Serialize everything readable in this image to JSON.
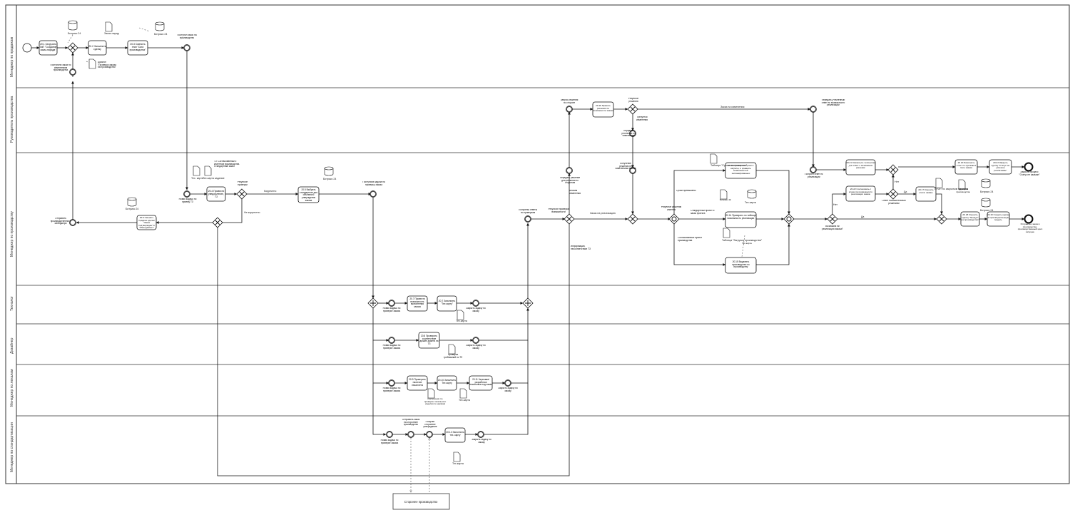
{
  "lanes": [
    {
      "id": "lane-sales",
      "label": "Менеджер по продажам"
    },
    {
      "id": "lane-head",
      "label": "Руководитель производства"
    },
    {
      "id": "lane-prod",
      "label": "Менеджер по производству"
    },
    {
      "id": "lane-tech",
      "label": "Технолог"
    },
    {
      "id": "lane-design",
      "label": "Дизайнер"
    },
    {
      "id": "lane-pattern",
      "label": "Менеджер по лекалам"
    },
    {
      "id": "lane-standard",
      "label": "Менеджер по стандартизации"
    }
  ],
  "external": {
    "label": "Сторонее производство"
  },
  "tasks": [
    {
      "id": "t1",
      "label": "20.1 Загрузить ЗиП \"Создание заказ-наряда\""
    },
    {
      "id": "t2",
      "label": "20.2 Заполнить сделку"
    },
    {
      "id": "t3",
      "label": "20.3 Сменить этап \"Сага производства\""
    },
    {
      "id": "t4",
      "label": "20.4 Провести уведомление, ТЗ"
    },
    {
      "id": "t5",
      "label": "20.5 Выбрать стандартная для объемного утверждения заказа"
    },
    {
      "id": "t6",
      "label": "20.6 Сменить подарок сделки \"Заказ подтвержден\" в \"Менеджмент\""
    },
    {
      "id": "t7",
      "label": "20.7 Провести возможность выполнения заказа"
    },
    {
      "id": "t8",
      "label": "20.7 Заполнить \"Тех карту\""
    },
    {
      "id": "t9",
      "label": "20.8 Проверить соответствие дизайн-макета на ТЗ"
    },
    {
      "id": "t10",
      "label": "20.9 Проверить наличие лекаллета"
    },
    {
      "id": "t11",
      "label": "20.10 Заполнить Тех карту"
    },
    {
      "id": "t12",
      "label": "20.11 Черновая/разработка лекальные под заказ"
    },
    {
      "id": "t13",
      "label": "20.12 Заполнить тех. карту"
    },
    {
      "id": "t14",
      "label": "20.13 Проверить сроки и затраты, и сравнить возможностей запланированных"
    },
    {
      "id": "t15",
      "label": "20.14 Проверить по таблице возможность реализации"
    },
    {
      "id": "t16",
      "label": "20.15 Выделить производство по производству"
    },
    {
      "id": "t17",
      "label": "20.16 Принять решения по возможности заказа"
    },
    {
      "id": "t18",
      "label": "20.17 Сменить этап в заявке"
    },
    {
      "id": "t19",
      "label": "20.18 Сменить сделку \"Продукт на производство\""
    },
    {
      "id": "t20",
      "label": "20.19 Создать сделку в производственную модель"
    },
    {
      "id": "t21",
      "label": "20.20 Заполнить отчет по сделкам в поле заказа"
    },
    {
      "id": "t22",
      "label": "20.21 Связаться с клиентом для ответ о возможном решении"
    },
    {
      "id": "t23",
      "label": "20.22 Согласовать с клиентом возможности реализации заказа"
    },
    {
      "id": "t24",
      "label": "20.23 Закрыть сделку \"Статус не успешно реализован\""
    }
  ],
  "artifacts": [
    {
      "id": "a1",
      "label": "Битрикс 24"
    },
    {
      "id": "a2",
      "label": "Заказ-наряд"
    },
    {
      "id": "a3",
      "label": "Битрикс 24"
    },
    {
      "id": "a4",
      "label": "Шаблон \"Проверка заказа на производство\""
    },
    {
      "id": "a5",
      "label": "Тех. карта"
    },
    {
      "id": "a6",
      "label": "Тех.карта задание"
    },
    {
      "id": "a7",
      "label": "ТЗ: Согласованный с клиентом производства. Стандартный заказ"
    },
    {
      "id": "a8",
      "label": "Битрикс 24"
    },
    {
      "id": "a9",
      "label": "Битрикс 24"
    },
    {
      "id": "a10",
      "label": "Тех.карта"
    },
    {
      "id": "a11",
      "label": "Проверка требований по ТЗ"
    },
    {
      "id": "a12",
      "label": "Инструкция по проверке лекального изделия по нормам"
    },
    {
      "id": "a13",
      "label": "Тех.карта"
    },
    {
      "id": "a14",
      "label": "Тех.карта"
    },
    {
      "id": "a15",
      "label": "Таблица \"Сроки изготовления\""
    },
    {
      "id": "a16",
      "label": "Битрикс 24"
    },
    {
      "id": "a17",
      "label": "Тех.карта"
    },
    {
      "id": "a18",
      "label": "Таблица \"Загрузка производства\""
    },
    {
      "id": "a19",
      "label": "Тех.карта"
    },
    {
      "id": "a20",
      "label": "Битрикс 24"
    },
    {
      "id": "a21",
      "label": "Битрикс 24"
    },
    {
      "id": "a22",
      "label": "Отчет по закрытым сделкам"
    },
    {
      "id": "a23",
      "label": "Тех.карта производства"
    }
  ],
  "events": [
    {
      "id": "e1",
      "label": "Поступил заказ на производство"
    },
    {
      "id": "e2",
      "label": "Поступили заказ по изменениям производства"
    },
    {
      "id": "e3",
      "label": "Отправить производственного менеджера"
    },
    {
      "id": "e4",
      "label": "Новая задача по приему ТЗ"
    },
    {
      "id": "e5",
      "label": "Поступила задача на проверку заказа"
    },
    {
      "id": "e6",
      "label": "Новая задача по проверке заказа"
    },
    {
      "id": "e7",
      "label": "Закрыть задачу по заказу"
    },
    {
      "id": "e8",
      "label": "Новая задача по проверке заказа"
    },
    {
      "id": "e9",
      "label": "Закрыть задачу по заказу"
    },
    {
      "id": "e10",
      "label": "Новая задача по проверке заказа"
    },
    {
      "id": "e11",
      "label": "Закрыть задачу по заказу"
    },
    {
      "id": "e12",
      "label": "Новая задача по проверке заказа"
    },
    {
      "id": "e13",
      "label": "Отправить заказ на стороннее производство"
    },
    {
      "id": "e14",
      "label": "Получен стороннее утверждение"
    },
    {
      "id": "e15",
      "label": "Закрыть задачу по заказу"
    },
    {
      "id": "e16",
      "label": "Получены ответы по проверкам"
    },
    {
      "id": "e17",
      "label": "Передать решение для решения по сторонам"
    },
    {
      "id": "e18",
      "label": "Запрос решения по стороне"
    },
    {
      "id": "e19",
      "label": "Передать уточнение по изменению"
    },
    {
      "id": "e20",
      "label": "Получение решения по изменениям заказа"
    },
    {
      "id": "e21",
      "label": "Передать уточненный ответ по возможности реализации"
    },
    {
      "id": "e22",
      "label": "Получен ответ по реализации"
    },
    {
      "id": "e23",
      "label": "Закрыть процесс \"Статус не заказан\""
    },
    {
      "id": "e24",
      "label": "Отправлен заказ в производство, производственный цикл запущен"
    }
  ],
  "gateway_labels": [
    {
      "id": "g1",
      "label": "Результат проверки"
    },
    {
      "id": "g2",
      "label": "Результат проверки возможности"
    },
    {
      "id": "g3",
      "label": "Результат решения"
    },
    {
      "id": "g4",
      "label": "Требуется изменения"
    },
    {
      "id": "g5",
      "label": "Результат решения клиента"
    },
    {
      "id": "g6",
      "label": "Возможна ли реализация заказа?"
    },
    {
      "id": "g7",
      "label": "Ответ положительный решением"
    }
  ],
  "flow_labels": [
    {
      "id": "f1",
      "label": "Корректно"
    },
    {
      "id": "f2",
      "label": "Не корректно"
    },
    {
      "id": "f3",
      "label": "Заказ на изменения"
    },
    {
      "id": "f4",
      "label": "Заказ на реализацию"
    },
    {
      "id": "f5",
      "label": "Сроки превышены"
    },
    {
      "id": "f6",
      "label": "Стандартный проект и заказ проекта"
    },
    {
      "id": "f7",
      "label": "Согласованный проект производства"
    },
    {
      "id": "f8",
      "label": "Вносим изменения"
    },
    {
      "id": "f9",
      "label": "Да"
    },
    {
      "id": "f10",
      "label": "Нет"
    },
    {
      "id": "f11",
      "label": "Да"
    },
    {
      "id": "f12",
      "label": "Нет"
    },
    {
      "id": "f13",
      "label": "Информация, несоответствие ТЗ"
    },
    {
      "id": "f14",
      "label": "Заказ на реализацию"
    },
    {
      "id": "f15",
      "label": "Заказ на производство"
    }
  ]
}
